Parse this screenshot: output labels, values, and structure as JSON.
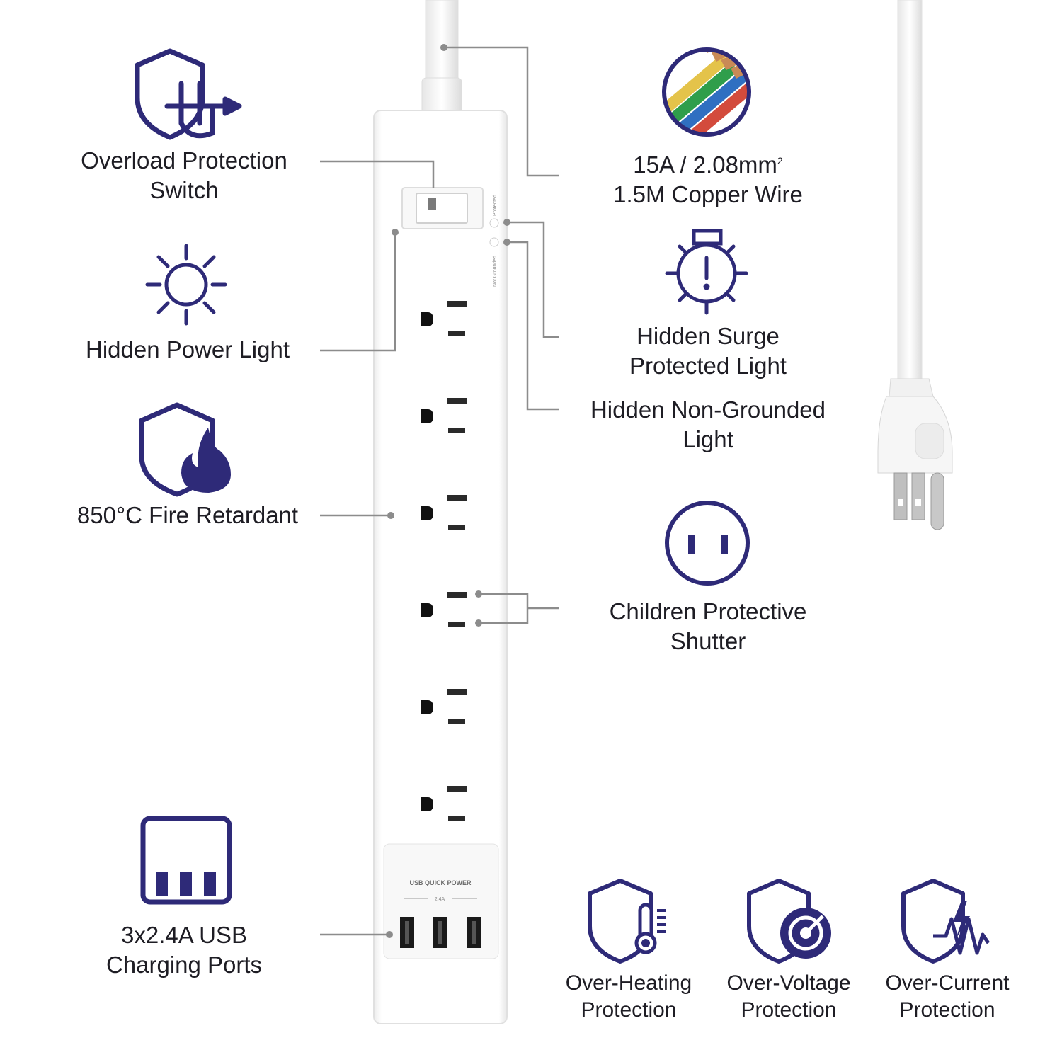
{
  "colors": {
    "accent": "#2e2a78",
    "line": "#8c8c8c",
    "strip": "#ffffff"
  },
  "left_features": [
    {
      "icon": "shield-plug-icon",
      "lines": [
        "Overload Protection",
        "Switch"
      ]
    },
    {
      "icon": "sun-light-icon",
      "lines": [
        "Hidden Power Light"
      ]
    },
    {
      "icon": "shield-fire-icon",
      "lines": [
        "850°C Fire Retardant"
      ]
    },
    {
      "icon": "usb-port-icon",
      "lines": [
        "3x2.4A USB",
        "Charging Ports"
      ]
    }
  ],
  "right_features": [
    {
      "icon": "copper-wire-icon",
      "line1_main": "15A / 2.08mm",
      "line1_sup": "2",
      "line2": "1.5M Copper Wire"
    },
    {
      "icon": "surge-light-icon",
      "lines": [
        "Hidden Surge",
        "Protected Light"
      ]
    },
    {
      "lines": [
        "Hidden Non-Grounded",
        "Light"
      ]
    },
    {
      "icon": "outlet-shutter-icon",
      "lines": [
        "Children Protective",
        "Shutter"
      ]
    }
  ],
  "bottom_features": [
    {
      "icon": "shield-thermometer-icon",
      "lines": [
        "Over-Heating",
        "Protection"
      ]
    },
    {
      "icon": "shield-voltage-icon",
      "lines": [
        "Over-Voltage",
        "Protection"
      ]
    },
    {
      "icon": "shield-current-icon",
      "lines": [
        "Over-Current",
        "Protection"
      ]
    }
  ],
  "strip": {
    "usb_title": "USB QUICK POWER",
    "usb_rating": "2.4A",
    "indicator_protected": "Protected",
    "indicator_not_grounded": "Not Grounded",
    "outlet_count": 6,
    "usb_port_count": 3
  }
}
